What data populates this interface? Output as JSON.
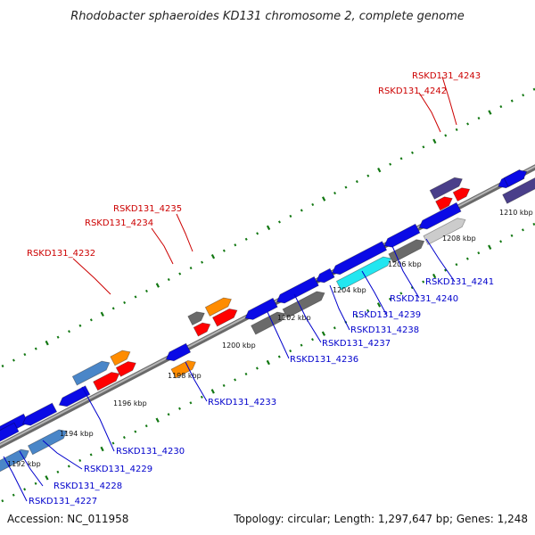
{
  "title": "Rhodobacter sphaeroides KD131 chromosome 2, complete genome",
  "footer": {
    "accession": "Accession: NC_011958",
    "summary": "Topology: circular; Length: 1,297,647 bp; Genes: 1,248"
  },
  "colors": {
    "backbone": "#888888",
    "forward_label": "#cc0000",
    "reverse_label": "#0000cc",
    "tick": "#117711"
  },
  "ticks": [
    "1192 kbp",
    "1194 kbp",
    "1196 kbp",
    "1198 kbp",
    "1200 kbp",
    "1202 kbp",
    "1204 kbp",
    "1206 kbp",
    "1208 kbp",
    "1210 kbp"
  ],
  "genes_top": [
    {
      "label": "RSKD131_4232"
    },
    {
      "label": "RSKD131_4234"
    },
    {
      "label": "RSKD131_4235"
    },
    {
      "label": "RSKD131_4242"
    },
    {
      "label": "RSKD131_4243"
    }
  ],
  "genes_bottom": [
    {
      "label": "RSKD131_4227"
    },
    {
      "label": "RSKD131_4228"
    },
    {
      "label": "RSKD131_4229"
    },
    {
      "label": "RSKD131_4230"
    },
    {
      "label": "RSKD131_4233"
    },
    {
      "label": "RSKD131_4236"
    },
    {
      "label": "RSKD131_4237"
    },
    {
      "label": "RSKD131_4238"
    },
    {
      "label": "RSKD131_4239"
    },
    {
      "label": "RSKD131_4240"
    },
    {
      "label": "RSKD131_4241"
    }
  ]
}
